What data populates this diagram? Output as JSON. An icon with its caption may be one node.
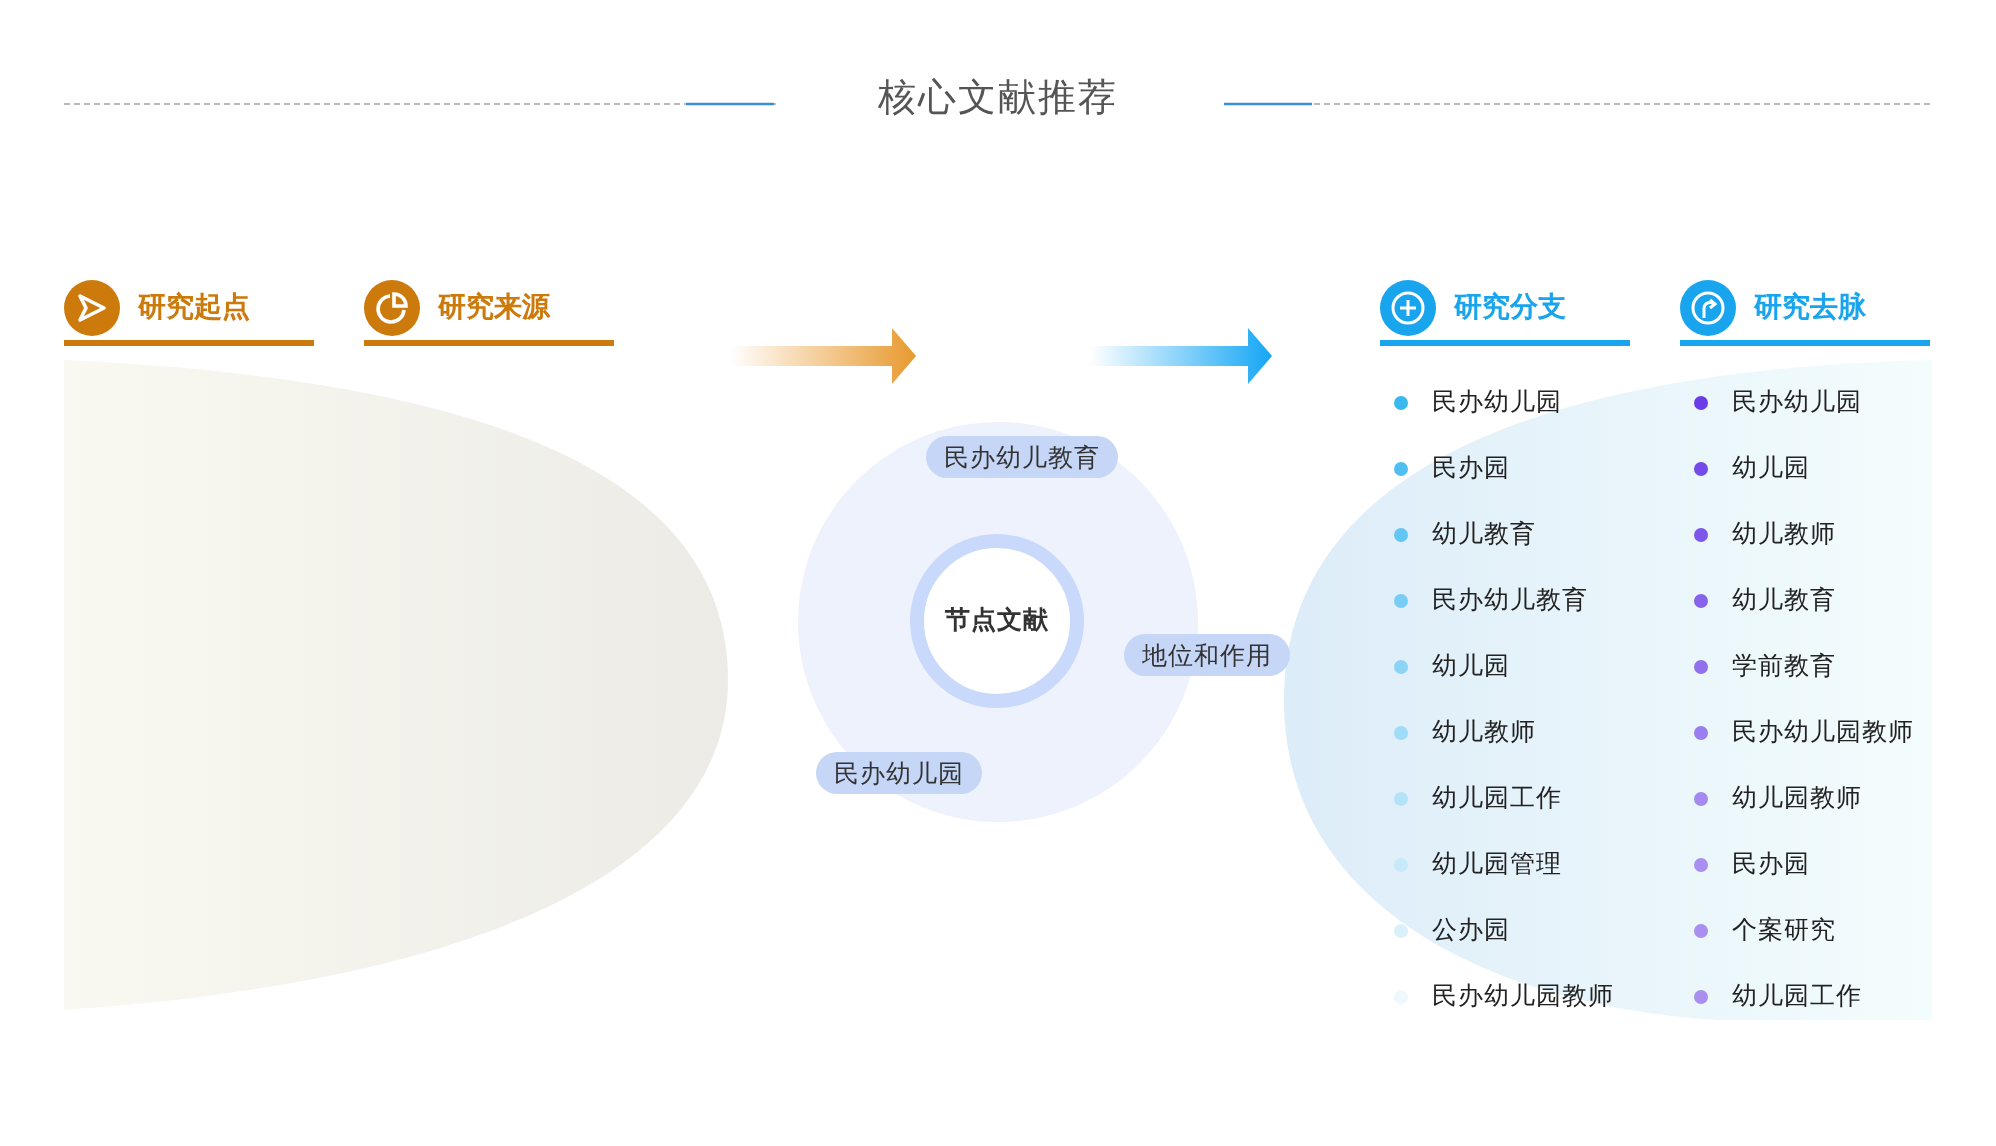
{
  "diagram": {
    "title": "核心文献推荐",
    "nodes": [
      {
        "text": [
          "研究起点"
        ]
      },
      {
        "text": [
          "研究来源"
        ]
      },
      {
        "text": [
          "民办幼儿教育"
        ]
      },
      {
        "text": [
          "节点文献"
        ]
      },
      {
        "text": [
          "地位和作用"
        ]
      },
      {
        "text": [
          "民办幼儿园"
        ]
      },
      {
        "text": [
          "研究分支"
        ]
      },
      {
        "text": [
          "研究去脉"
        ]
      }
    ],
    "labels": [
      "民办幼儿园",
      "民办园",
      "幼儿教育",
      "民办幼儿教育",
      "幼儿园",
      "幼儿教师",
      "幼儿园工作",
      "幼儿园管理",
      "公办园",
      "民办幼儿园教师",
      "民办幼儿园",
      "幼儿园",
      "幼儿教师",
      "幼儿教育",
      "学前教育",
      "民办幼儿园教师",
      "幼儿园教师",
      "民办园",
      "个案研究",
      "幼儿园工作"
    ]
  }
}
